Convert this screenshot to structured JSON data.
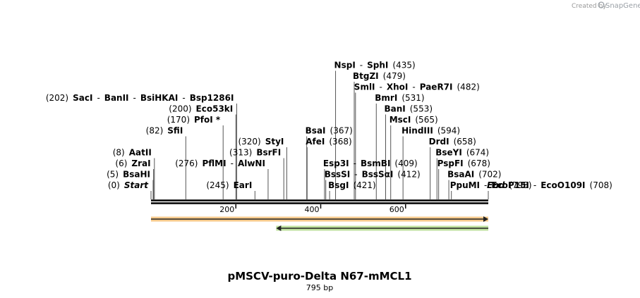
{
  "credit": {
    "prefix": "Created by",
    "brand": "SnapGene"
  },
  "title": "pMSCV-puro-Delta N67-mMCL1",
  "subtitle": "795 bp",
  "sequence_length": 795,
  "colors": {
    "feature_forward": "#f0a030",
    "feature_reverse": "#8ac850",
    "line": "#000000"
  },
  "ticks": [
    {
      "pos": 200,
      "label": "200"
    },
    {
      "pos": 400,
      "label": "400"
    },
    {
      "pos": 600,
      "label": "600"
    }
  ],
  "rows": [
    {
      "row": 0,
      "parts": [
        {
          "t": "(0)",
          "k": "num"
        },
        {
          "t": "Start",
          "k": "ital"
        }
      ],
      "sites": [
        0
      ]
    },
    {
      "row": 1,
      "parts": [
        {
          "t": "(5)",
          "k": "num"
        },
        {
          "t": "BsaHI",
          "k": "enz"
        }
      ],
      "sites": [
        5
      ]
    },
    {
      "row": 2,
      "parts": [
        {
          "t": "(6)",
          "k": "num"
        },
        {
          "t": "ZraI",
          "k": "enz"
        }
      ],
      "sites": [
        6
      ]
    },
    {
      "row": 3,
      "parts": [
        {
          "t": "(8)",
          "k": "num"
        },
        {
          "t": "AatII",
          "k": "enz"
        }
      ],
      "sites": [
        8
      ]
    },
    {
      "row": 5,
      "parts": [
        {
          "t": "(82)",
          "k": "num"
        },
        {
          "t": "SfiI",
          "k": "enz"
        }
      ],
      "sites": [
        82
      ]
    },
    {
      "row": 6,
      "parts": [
        {
          "t": "(170)",
          "k": "num"
        },
        {
          "t": "PfoI *",
          "k": "enz"
        }
      ],
      "sites": [
        170
      ]
    },
    {
      "row": 7,
      "parts": [
        {
          "t": "(200)",
          "k": "num"
        },
        {
          "t": "Eco53kI",
          "k": "enz"
        }
      ],
      "sites": [
        200
      ]
    },
    {
      "row": 8,
      "parts": [
        {
          "t": "(202)",
          "k": "num"
        },
        {
          "t": "SacI",
          "k": "enz"
        },
        {
          "t": "-",
          "k": "num"
        },
        {
          "t": "BanII",
          "k": "enz"
        },
        {
          "t": "-",
          "k": "num"
        },
        {
          "t": "BsiHKAI",
          "k": "enz"
        },
        {
          "t": "-",
          "k": "num"
        },
        {
          "t": "Bsp1286I",
          "k": "enz"
        }
      ],
      "sites": [
        202
      ]
    },
    {
      "row": 0,
      "parts": [
        {
          "t": "(245)",
          "k": "num"
        },
        {
          "t": "EarI",
          "k": "enz"
        }
      ],
      "sites": [
        245
      ]
    },
    {
      "row": 2,
      "parts": [
        {
          "t": "(276)",
          "k": "num"
        },
        {
          "t": "PflMI",
          "k": "enz"
        },
        {
          "t": "-",
          "k": "num"
        },
        {
          "t": "AlwNI",
          "k": "enz"
        }
      ],
      "sites": [
        276
      ]
    },
    {
      "row": 3,
      "parts": [
        {
          "t": "(313)",
          "k": "num"
        },
        {
          "t": "BsrFI",
          "k": "enz"
        }
      ],
      "sites": [
        313
      ]
    },
    {
      "row": 4,
      "parts": [
        {
          "t": "(320)",
          "k": "num"
        },
        {
          "t": "StyI",
          "k": "enz"
        }
      ],
      "sites": [
        320
      ]
    },
    {
      "row": 5,
      "parts": [
        {
          "t": "BsaI",
          "k": "enz"
        },
        {
          "t": "(367)",
          "k": "num"
        }
      ],
      "sites": [
        367
      ]
    },
    {
      "row": 4,
      "parts": [
        {
          "t": "AfeI",
          "k": "enz"
        },
        {
          "t": "(368)",
          "k": "num"
        }
      ],
      "sites": [
        368
      ]
    },
    {
      "row": 2,
      "parts": [
        {
          "t": "Esp3I",
          "k": "enz"
        },
        {
          "t": "-",
          "k": "num"
        },
        {
          "t": "BsmBI",
          "k": "enz"
        },
        {
          "t": "(409)",
          "k": "num"
        }
      ],
      "sites": [
        409
      ]
    },
    {
      "row": 1,
      "parts": [
        {
          "t": "BssSI",
          "k": "enz"
        },
        {
          "t": "-",
          "k": "num"
        },
        {
          "t": "BssSαI",
          "k": "enz"
        },
        {
          "t": "(412)",
          "k": "num"
        }
      ],
      "sites": [
        412
      ]
    },
    {
      "row": 0,
      "parts": [
        {
          "t": "BsgI",
          "k": "enz"
        },
        {
          "t": "(421)",
          "k": "num"
        }
      ],
      "sites": [
        421
      ]
    },
    {
      "row": 11,
      "parts": [
        {
          "t": "NspI",
          "k": "enz"
        },
        {
          "t": "-",
          "k": "num"
        },
        {
          "t": "SphI",
          "k": "enz"
        },
        {
          "t": "(435)",
          "k": "num"
        }
      ],
      "sites": [
        435
      ]
    },
    {
      "row": 10,
      "parts": [
        {
          "t": "BtgZI",
          "k": "enz"
        },
        {
          "t": "(479)",
          "k": "num"
        }
      ],
      "sites": [
        479
      ]
    },
    {
      "row": 9,
      "parts": [
        {
          "t": "SmlI",
          "k": "enz"
        },
        {
          "t": "-",
          "k": "num"
        },
        {
          "t": "XhoI",
          "k": "enz"
        },
        {
          "t": "-",
          "k": "num"
        },
        {
          "t": "PaeR7I",
          "k": "enz"
        },
        {
          "t": "(482)",
          "k": "num"
        }
      ],
      "sites": [
        482
      ]
    },
    {
      "row": 8,
      "parts": [
        {
          "t": "BmrI",
          "k": "enz"
        },
        {
          "t": "(531)",
          "k": "num"
        }
      ],
      "sites": [
        531
      ]
    },
    {
      "row": 7,
      "parts": [
        {
          "t": "BanI",
          "k": "enz"
        },
        {
          "t": "(553)",
          "k": "num"
        }
      ],
      "sites": [
        553
      ]
    },
    {
      "row": 6,
      "parts": [
        {
          "t": "MscI",
          "k": "enz"
        },
        {
          "t": "(565)",
          "k": "num"
        }
      ],
      "sites": [
        565
      ]
    },
    {
      "row": 5,
      "parts": [
        {
          "t": "HindIII",
          "k": "enz"
        },
        {
          "t": "(594)",
          "k": "num"
        }
      ],
      "sites": [
        594
      ]
    },
    {
      "row": 4,
      "parts": [
        {
          "t": "DrdI",
          "k": "enz"
        },
        {
          "t": "(658)",
          "k": "num"
        }
      ],
      "sites": [
        658
      ]
    },
    {
      "row": 3,
      "parts": [
        {
          "t": "BseYI",
          "k": "enz"
        },
        {
          "t": "(674)",
          "k": "num"
        }
      ],
      "sites": [
        674
      ]
    },
    {
      "row": 2,
      "parts": [
        {
          "t": "PspFI",
          "k": "enz"
        },
        {
          "t": "(678)",
          "k": "num"
        }
      ],
      "sites": [
        678
      ]
    },
    {
      "row": 1,
      "parts": [
        {
          "t": "BsaAI",
          "k": "enz"
        },
        {
          "t": "(702)",
          "k": "num"
        }
      ],
      "sites": [
        702
      ]
    },
    {
      "row": 0,
      "parts": [
        {
          "t": "PpuMI",
          "k": "enz"
        },
        {
          "t": "-",
          "k": "num"
        },
        {
          "t": "EcoP15I",
          "k": "enz"
        },
        {
          "t": "-",
          "k": "num"
        },
        {
          "t": "EcoO109I",
          "k": "enz"
        },
        {
          "t": "(708)",
          "k": "num"
        }
      ],
      "sites": [
        708
      ]
    },
    {
      "row": 0,
      "parts": [
        {
          "t": "End",
          "k": "ital"
        },
        {
          "t": "(795)",
          "k": "num"
        }
      ],
      "sites": [
        795
      ]
    }
  ],
  "features": [
    {
      "direction": "forward",
      "start": 0,
      "end": 795
    },
    {
      "direction": "reverse",
      "start": 295,
      "end": 795
    }
  ]
}
